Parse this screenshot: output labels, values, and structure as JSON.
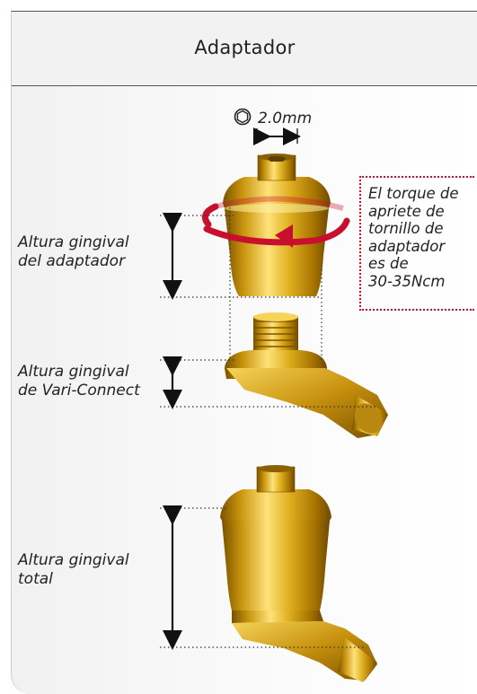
{
  "header": {
    "title": "Adaptador"
  },
  "hex_driver": {
    "size": "2.0mm",
    "icon": "hex-nut-icon"
  },
  "labels": {
    "adapter_height_line1": "Altura gingival",
    "adapter_height_line2": "del adaptador",
    "vari_height_line1": "Altura gingival",
    "vari_height_line2": "de Vari-Connect",
    "total_height_line1": "Altura gingival",
    "total_height_line2": "total"
  },
  "torque_note": {
    "lines": [
      "El torque de",
      "apriete de",
      "tornillo de",
      "adaptador",
      "es de",
      "30-35Ncm"
    ]
  },
  "colors": {
    "accent": "#c8102e",
    "gold": "#d8a818"
  }
}
